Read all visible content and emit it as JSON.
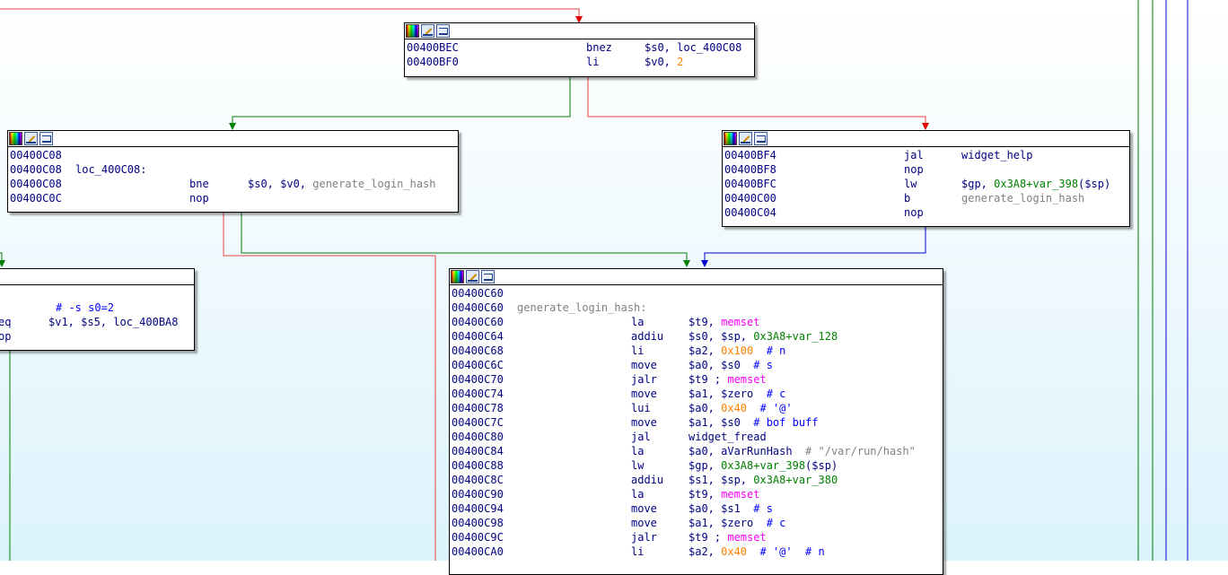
{
  "colors": {
    "edge_true": "#008000",
    "edge_false": "#e00000",
    "edge_uncond": "#0000d0"
  },
  "nodes": {
    "bec": {
      "header_icons": [
        "color-palette-icon",
        "rename-icon",
        "graph-icon"
      ],
      "lines": [
        {
          "addr": "00400BEC",
          "mn": "bnez",
          "op1": "$s0, ",
          "op2": "loc_400C08"
        },
        {
          "addr": "00400BF0",
          "mn": "li",
          "op1": "$v0, ",
          "op2": "2"
        }
      ]
    },
    "c08": {
      "lines": [
        {
          "addr": "00400C08"
        },
        {
          "addr": "00400C08",
          "label": "loc_400C08:"
        },
        {
          "addr": "00400C08",
          "mn": "bne",
          "op1": "$s0, $v0, ",
          "op2": "generate_login_hash"
        },
        {
          "addr": "00400C0C",
          "mn": "nop"
        }
      ]
    },
    "bf4": {
      "lines": [
        {
          "addr": "00400BF4",
          "mn": "jal",
          "op1": "widget_help"
        },
        {
          "addr": "00400BF8",
          "mn": "nop"
        },
        {
          "addr": "00400BFC",
          "mn": "lw",
          "op1": "$gp, ",
          "op2": "0x3A8+var_398",
          "op3": "($sp)"
        },
        {
          "addr": "00400C00",
          "mn": "b",
          "op1": "generate_login_hash"
        },
        {
          "addr": "00400C04",
          "mn": "nop"
        }
      ]
    },
    "left": {
      "lines": [
        {
          "text": ""
        },
        {
          "cmt": "# -s s0=2"
        },
        {
          "mn": "eq",
          "op1": "$v1, $s5, loc_400BA8"
        },
        {
          "mn": "op"
        }
      ]
    },
    "c60": {
      "lines": [
        {
          "addr": "00400C60"
        },
        {
          "addr": "00400C60",
          "label": "generate_login_hash:"
        },
        {
          "addr": "00400C60",
          "mn": "la",
          "op1": "$t9, ",
          "op2": "memset"
        },
        {
          "addr": "00400C64",
          "mn": "addiu",
          "op1": "$s0, $sp, ",
          "op2": "0x3A8+var_128"
        },
        {
          "addr": "00400C68",
          "mn": "li",
          "op1": "$a2, ",
          "op2": "0x100",
          "cmt": "# n"
        },
        {
          "addr": "00400C6C",
          "mn": "move",
          "op1": "$a0, $s0",
          "cmt": "# s"
        },
        {
          "addr": "00400C70",
          "mn": "jalr",
          "op1": "$t9 ; ",
          "op2": "memset"
        },
        {
          "addr": "00400C74",
          "mn": "move",
          "op1": "$a1, $zero",
          "cmt": "# c"
        },
        {
          "addr": "00400C78",
          "mn": "lui",
          "op1": "$a0, ",
          "op2": "0x40",
          "cmt": "# '@'"
        },
        {
          "addr": "00400C7C",
          "mn": "move",
          "op1": "$a1, $s0",
          "cmt": "# bof buff"
        },
        {
          "addr": "00400C80",
          "mn": "jal",
          "op1": "widget_fread"
        },
        {
          "addr": "00400C84",
          "mn": "la",
          "op1": "$a0, aVarRunHash",
          "cmt": "# \"/var/run/hash\""
        },
        {
          "addr": "00400C88",
          "mn": "lw",
          "op1": "$gp, ",
          "op2": "0x3A8+var_398",
          "op3": "($sp)"
        },
        {
          "addr": "00400C8C",
          "mn": "addiu",
          "op1": "$s1, $sp, ",
          "op2": "0x3A8+var_380"
        },
        {
          "addr": "00400C90",
          "mn": "la",
          "op1": "$t9, ",
          "op2": "memset"
        },
        {
          "addr": "00400C94",
          "mn": "move",
          "op1": "$a0, $s1",
          "cmt": "# s"
        },
        {
          "addr": "00400C98",
          "mn": "move",
          "op1": "$a1, $zero",
          "cmt": "# c"
        },
        {
          "addr": "00400C9C",
          "mn": "jalr",
          "op1": "$t9 ; ",
          "op2": "memset"
        },
        {
          "addr": "00400CA0",
          "mn": "li",
          "op1": "$a2, ",
          "op2": "0x40",
          "cmt": "# '@'  # n"
        }
      ]
    }
  }
}
